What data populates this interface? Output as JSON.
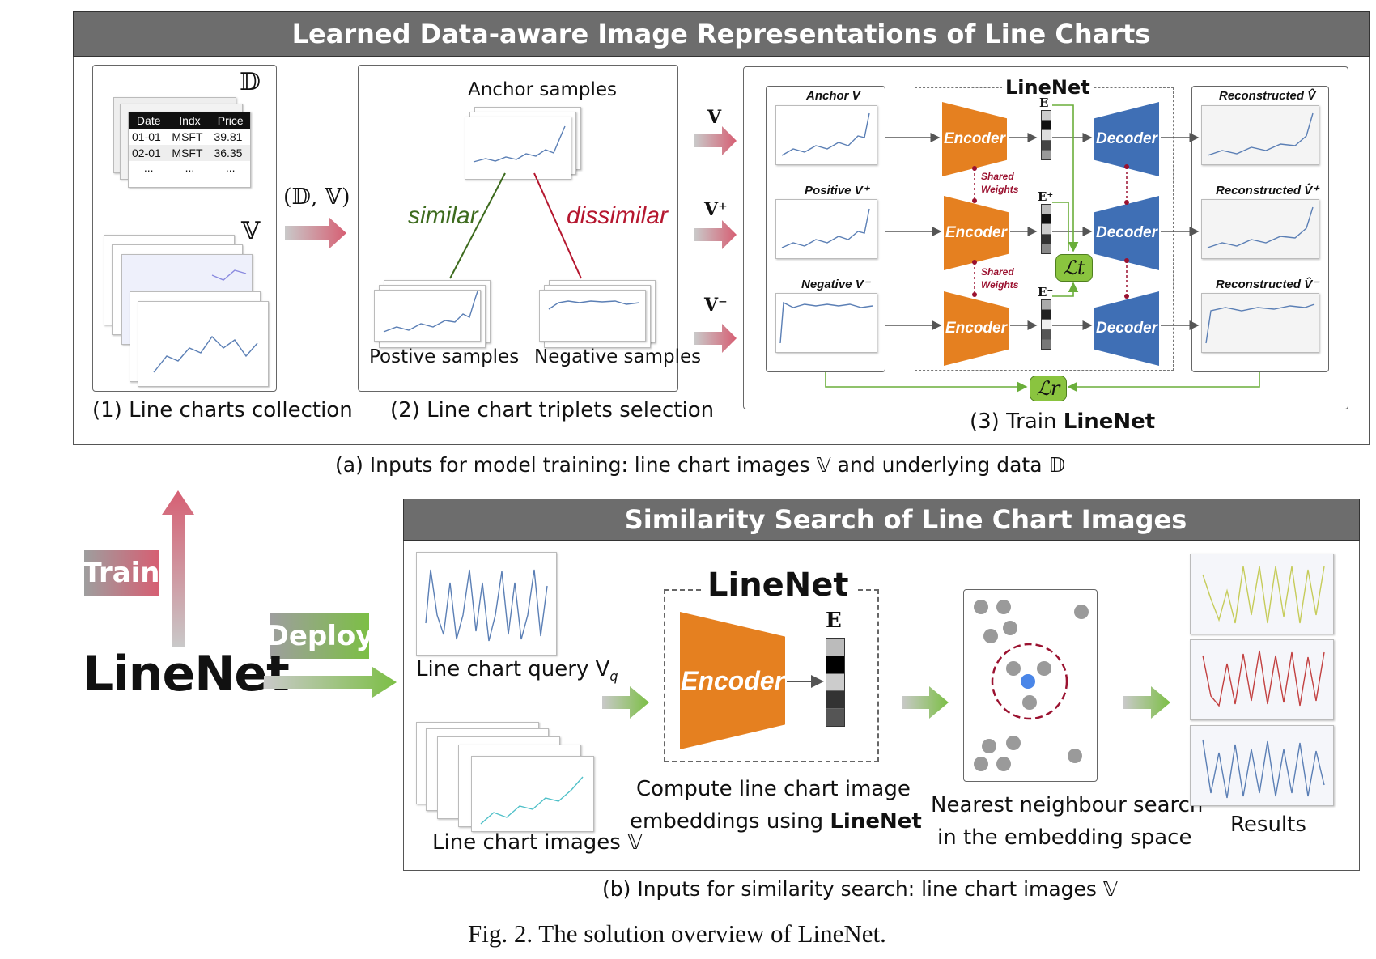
{
  "top": {
    "title": "Learned Data-aware Image Representations of Line Charts",
    "caption": "(a) Inputs for model training:  line chart images 𝕍 and underlying data 𝔻",
    "step1": {
      "caption": "(1) Line charts collection",
      "data_symbol": "𝔻",
      "images_symbol": "𝕍",
      "table": {
        "headers": [
          "Date",
          "Indx",
          "Price"
        ],
        "rows": [
          [
            "01-01",
            "MSFT",
            "39.81"
          ],
          [
            "02-01",
            "MSFT",
            "36.35"
          ],
          [
            "...",
            "...",
            "..."
          ]
        ]
      }
    },
    "arrow_label": "(𝔻, 𝕍)",
    "step2": {
      "caption": "(2) Line chart triplets selection",
      "anchor_label": "Anchor  samples",
      "similar_label": "similar",
      "dissimilar_label": "dissimilar",
      "positive_label": "Postive samples",
      "negative_label": "Negative samples"
    },
    "step3": {
      "caption_prefix": "(3) Train ",
      "caption_bold": "LineNet",
      "linenet_label": "LineNet",
      "inputs": [
        "V",
        "V⁺",
        "V⁻"
      ],
      "charts_left": [
        "Anchor  V",
        "Positive  V⁺",
        "Negative  V⁻"
      ],
      "charts_right": [
        "Reconstructed  V̂",
        "Reconstructed  V̂⁺",
        "Reconstructed  V̂⁻"
      ],
      "encoder_label": "Encoder",
      "decoder_label": "Decoder",
      "embeddings": [
        "E",
        "E⁺",
        "E⁻"
      ],
      "shared_weights": "Shared\nWeights",
      "loss_t": "ℒt",
      "loss_r": "ℒr"
    }
  },
  "left": {
    "train_label": "Train",
    "deploy_label": "Deploy",
    "linenet_label": "LineNet"
  },
  "bottom": {
    "title": "Similarity Search of Line Chart Images",
    "caption": "(b) Inputs for similarity search: line chart images 𝕍",
    "query_label": "Line chart query V",
    "query_sub": "q",
    "images_label": "Line chart images 𝕍",
    "linenet_label": "LineNet",
    "encoder_label": "Encoder",
    "embedding_label": "E",
    "compute_line1": "Compute line chart image",
    "compute_line2_prefix": "embeddings using ",
    "compute_line2_bold": "LineNet",
    "nn_line1": "Nearest neighbour search",
    "nn_line2": "in the embedding space",
    "results_label": "Results"
  },
  "figure_caption": "Fig. 2.  The solution overview of LineNet.",
  "colors": {
    "encoder": "#e58020",
    "decoder": "#3f6fb5",
    "loss": "#8ac43f",
    "train_arrow": "#d65f73",
    "deploy_arrow": "#7cbf45",
    "banner": "#6d6d6d",
    "similar": "#3d6b1e",
    "dissimilar": "#b5172f",
    "query_point": "#4a86e8"
  }
}
